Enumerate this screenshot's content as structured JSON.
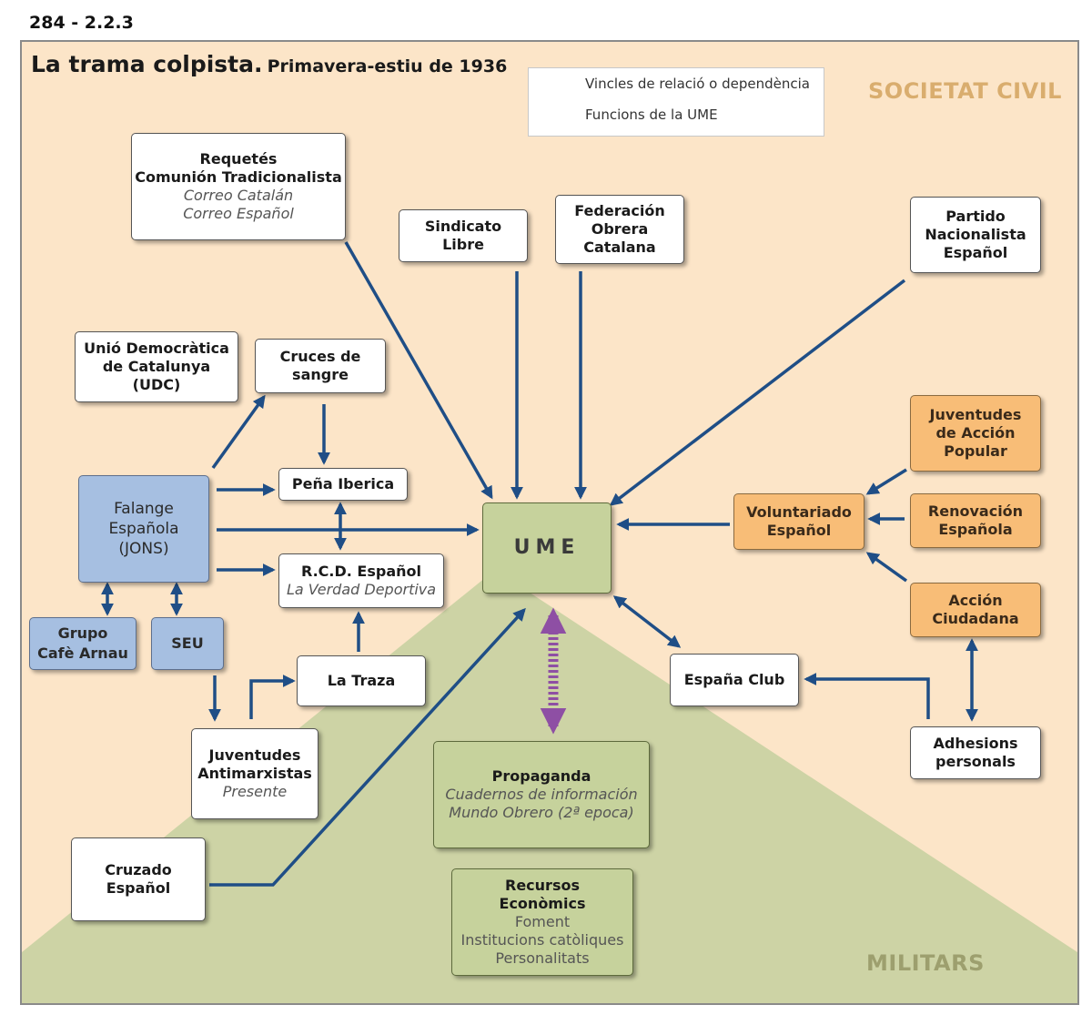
{
  "figure_id": "284 - 2.2.3",
  "title": "La trama colpista.",
  "subtitle": "Primavera-estiu de 1936",
  "regions": {
    "top": "SOCIETAT CIVIL",
    "bottom": "MILITARS"
  },
  "legend": {
    "relations": "Vincles de relació o dependència",
    "ume_functions": "Funcions de la UME"
  },
  "colors": {
    "civil_bg": "#fce5c8",
    "military_bg": "#cdd3a5",
    "relation_arrow": "#1f4e86",
    "ume_function_arrow": "#8e4fa4",
    "falange_group": "#a6bfe1",
    "cedista_group": "#f8bd77",
    "ume_group": "#c6d29c"
  },
  "nodes": {
    "requetes": {
      "title": "Requetés",
      "title2": "Comunión Tradicionalista",
      "sub1": "Correo Catalán",
      "sub2": "Correo Español"
    },
    "sindicato": {
      "title": "Sindicato",
      "title2": "Libre"
    },
    "federacion": {
      "title": "Federación",
      "title2": "Obrera",
      "title3": "Catalana"
    },
    "partido": {
      "title": "Partido",
      "title2": "Nacionalista",
      "title3": "Español"
    },
    "udc": {
      "title": "Unió Democràtica",
      "title2": "de Catalunya",
      "title3": "(UDC)"
    },
    "cruces": {
      "title": "Cruces de",
      "title2": "sangre"
    },
    "pena": {
      "title": "Peña Iberica"
    },
    "falange": {
      "title": "Falange",
      "title2": "Española",
      "title3": "(JONS)"
    },
    "rcd": {
      "title": "R.C.D. Español",
      "sub1": "La Verdad Deportiva"
    },
    "grupo": {
      "title": "Grupo",
      "title2": "Cafè Arnau"
    },
    "seu": {
      "title": "SEU"
    },
    "traza": {
      "title": "La Traza"
    },
    "juventudes_antimarxistas": {
      "title": "Juventudes",
      "title2": "Antimarxistas",
      "sub1": "Presente"
    },
    "cruzado": {
      "title": "Cruzado",
      "title2": "Español"
    },
    "ume": {
      "title": "UME"
    },
    "propaganda": {
      "title": "Propaganda",
      "sub1": "Cuadernos de información",
      "sub2": "Mundo Obrero (2ª epoca)"
    },
    "recursos": {
      "title": "Recursos",
      "title2": "Econòmics",
      "plain1": "Foment",
      "plain2": "Institucions catòliques",
      "plain3": "Personalitats"
    },
    "espana_club": {
      "title": "España Club"
    },
    "adhesions": {
      "title": "Adhesions",
      "title2": "personals"
    },
    "jap": {
      "title": "Juventudes",
      "title2": "de Acción",
      "title3": "Popular"
    },
    "voluntariado": {
      "title": "Voluntariado",
      "title2": "Español"
    },
    "renovacion": {
      "title": "Renovación",
      "title2": "Española"
    },
    "accion": {
      "title": "Acción",
      "title2": "Ciudadana"
    }
  }
}
